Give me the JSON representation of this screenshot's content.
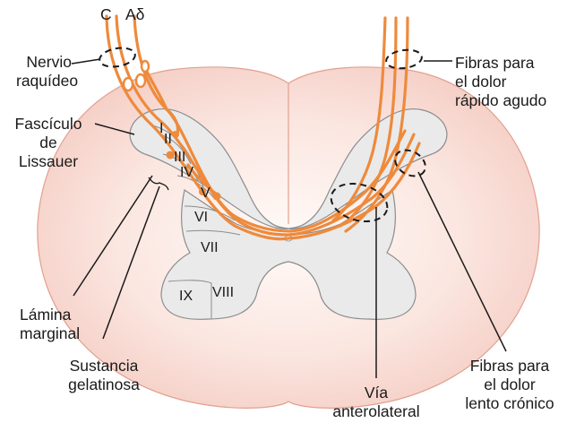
{
  "fiber_labels": {
    "c": "C",
    "a_delta": "Aδ"
  },
  "labels": {
    "nervio": [
      "Nervio",
      "raquídeo"
    ],
    "fasciculo": [
      "Fascículo",
      "de",
      "Lissauer"
    ],
    "lamina": [
      "Lámina",
      "marginal"
    ],
    "sustancia": [
      "Sustancia",
      "gelatinosa"
    ],
    "via": [
      "Vía",
      "anterolateral"
    ],
    "fibras_agudo": [
      "Fibras para",
      "el dolor",
      "rápido agudo"
    ],
    "fibras_cronico": [
      "Fibras para",
      "el dolor",
      "lento crónico"
    ]
  },
  "laminae": [
    "I",
    "II",
    "III",
    "IV",
    "V",
    "VI",
    "VII",
    "VIII",
    "IX"
  ],
  "colors": {
    "fiber": "#ee8a3c",
    "cord_fill": "#f8dcd4",
    "cord_edge": "#e7a79a",
    "gray_matter": "#e8e8e8",
    "outline": "#8c8c8c"
  }
}
